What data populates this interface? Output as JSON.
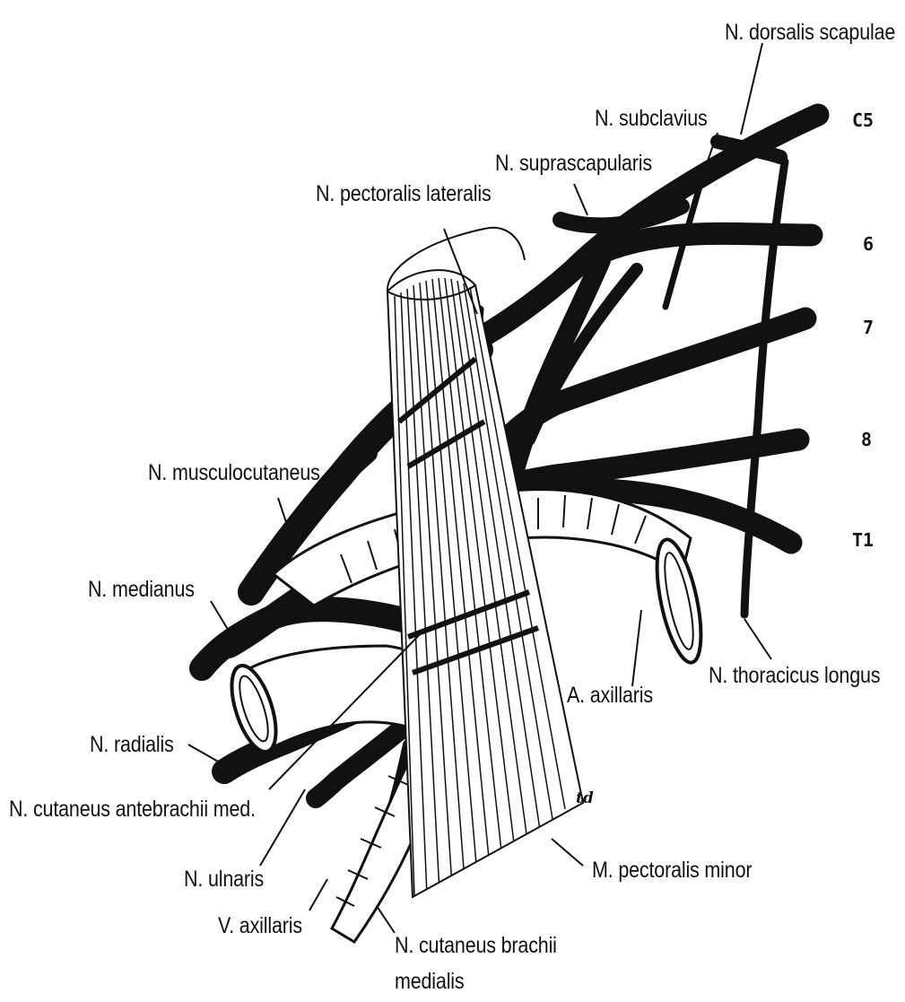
{
  "figure": {
    "labels": {
      "dorsalis_scapulae": "N. dorsalis scapulae",
      "subclavius": "N. subclavius",
      "suprascapularis": "N. suprascapularis",
      "pectoralis_lateralis": "N. pectoralis lateralis",
      "musculocutaneus": "N. musculocutaneus",
      "medianus": "N. medianus",
      "radialis": "N. radialis",
      "cutaneus_antebrachii_med": "N. cutaneus antebrachii med.",
      "ulnaris": "N. ulnaris",
      "axillaris_vena": "V. axillaris",
      "cutaneus_brachii_medialis_1": "N. cutaneus brachii",
      "cutaneus_brachii_medialis_2": "medialis",
      "pectoralis_minor": "M. pectoralis minor",
      "axillaris_arteria": "A. axillaris",
      "thoracicus_longus": "N. thoracicus longus"
    },
    "levels": [
      "C5",
      "6",
      "7",
      "8",
      "T1"
    ],
    "artist_mark": "td",
    "colors": {
      "nerve": "#111111",
      "vessel_fill": "#ffffff",
      "outline": "#111111",
      "background": "#ffffff"
    }
  }
}
